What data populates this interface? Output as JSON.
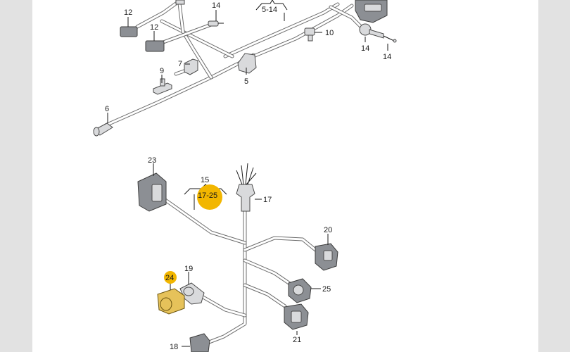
{
  "labels": {
    "c12a": "12",
    "c12b": "12",
    "c14a": "14",
    "c14b": "14",
    "c14c": "14",
    "range_top": "5-14",
    "c10": "10",
    "c7": "7",
    "c9": "9",
    "c5": "5",
    "c6": "6",
    "c23": "23",
    "c15": "15",
    "range_bottom": "17-25",
    "c17": "17",
    "c20": "20",
    "c24": "24",
    "c19": "19",
    "c25": "25",
    "c18": "18",
    "c21": "21"
  },
  "colors": {
    "highlight": "#f2b600",
    "background": "#e2e2e2",
    "sheet": "#ffffff"
  }
}
